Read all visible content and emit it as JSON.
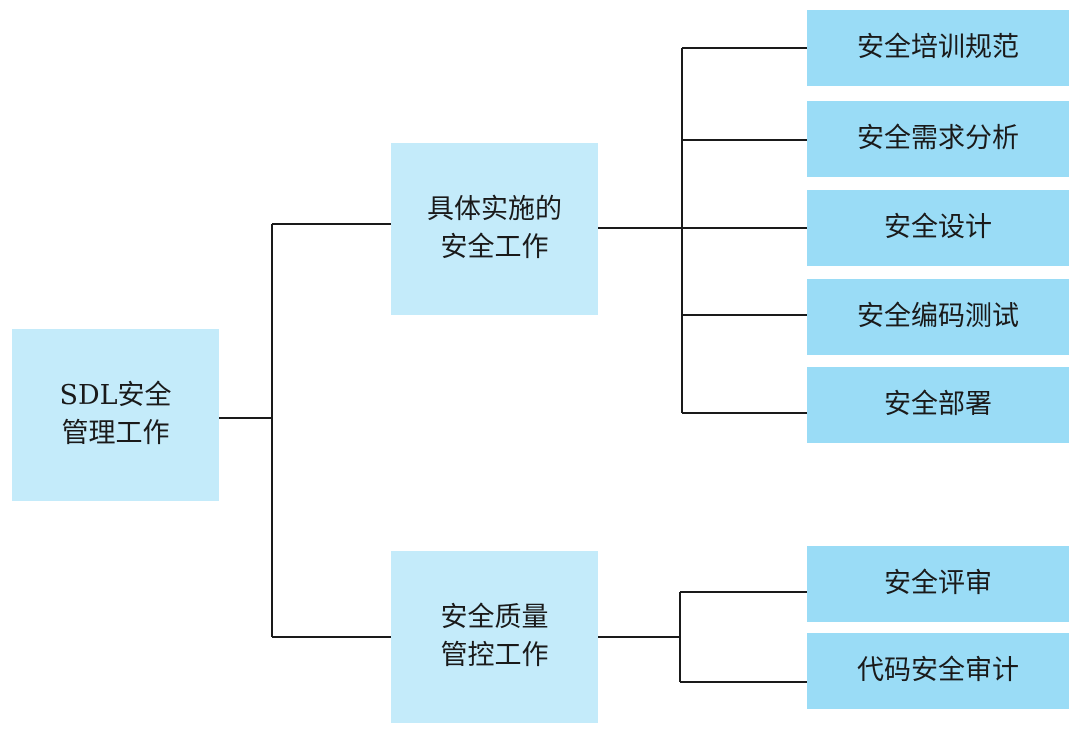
{
  "diagram": {
    "colors": {
      "light_fill": "#c4ebfa",
      "dark_fill": "#9adcf6",
      "line": "#1a1a1a"
    },
    "root": {
      "label": "SDL安全\n管理工作"
    },
    "branches": [
      {
        "label": "具体实施的\n安全工作",
        "children": [
          "安全培训规范",
          "安全需求分析",
          "安全设计",
          "安全编码测试",
          "安全部署"
        ]
      },
      {
        "label": "安全质量\n管控工作",
        "children": [
          "安全评审",
          "代码安全审计"
        ]
      }
    ]
  }
}
